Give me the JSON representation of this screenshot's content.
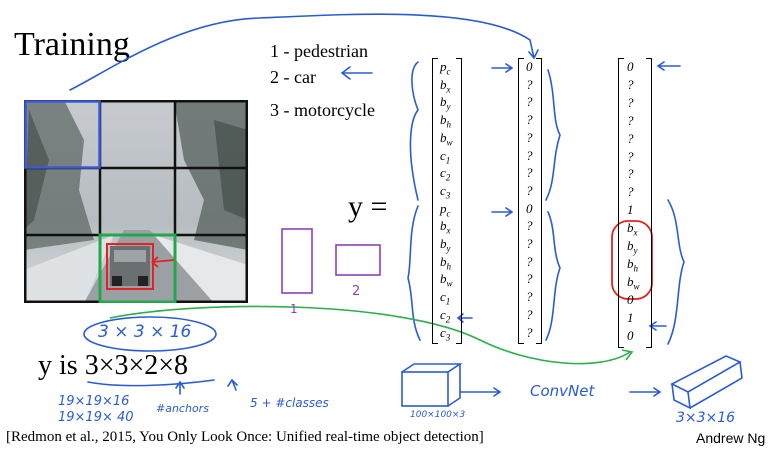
{
  "slide": {
    "title": "Training",
    "classes": [
      "1 -  pedestrian",
      "2 -  car",
      "3 -  motorcycle"
    ],
    "y_equals": "y  =",
    "y_is_prefix": "y  is ",
    "y_is_dims": "3×3×2×8",
    "citation": "[Redmon et al., 2015, You Only Look Once: Unified real-time object detection]",
    "author": "Andrew Ng"
  },
  "vector_labels": [
    "p",
    "b",
    "b",
    "b",
    "b",
    "c",
    "c",
    "c",
    "p",
    "b",
    "b",
    "b",
    "b",
    "c",
    "c",
    "c"
  ],
  "vector_subscripts": [
    "c",
    "x",
    "y",
    "h",
    "w",
    "1",
    "2",
    "3",
    "c",
    "x",
    "y",
    "h",
    "w",
    "1",
    "2",
    "3"
  ],
  "vector_middle": [
    "0",
    "?",
    "?",
    "?",
    "?",
    "?",
    "?",
    "?",
    "0",
    "?",
    "?",
    "?",
    "?",
    "?",
    "?",
    "?"
  ],
  "vector_right": [
    "0",
    "?",
    "?",
    "?",
    "?",
    "?",
    "?",
    "?",
    "1",
    "b_x",
    "b_y",
    "b_h",
    "b_w",
    "0",
    "1",
    "0"
  ],
  "handwritten": {
    "output_shape": "3 × 3 × 16",
    "alt_dims_1": "19×19×16",
    "alt_dims_2": "19×19× 40",
    "anchors_note": "#anchors",
    "classes_note": "5 + #classes",
    "input_size": "100×100×3",
    "convnet": "ConvNet",
    "output_block": "3×3×16",
    "anchor_1": "1",
    "anchor_2": "2"
  },
  "colors": {
    "blue_cell": "#3b5bd6",
    "green_cell": "#22a84a",
    "red_box": "#e02424",
    "ink_blue": "#2a5bd7",
    "ink_purple": "#8e3fbf",
    "ink_green": "#2ab04a"
  }
}
